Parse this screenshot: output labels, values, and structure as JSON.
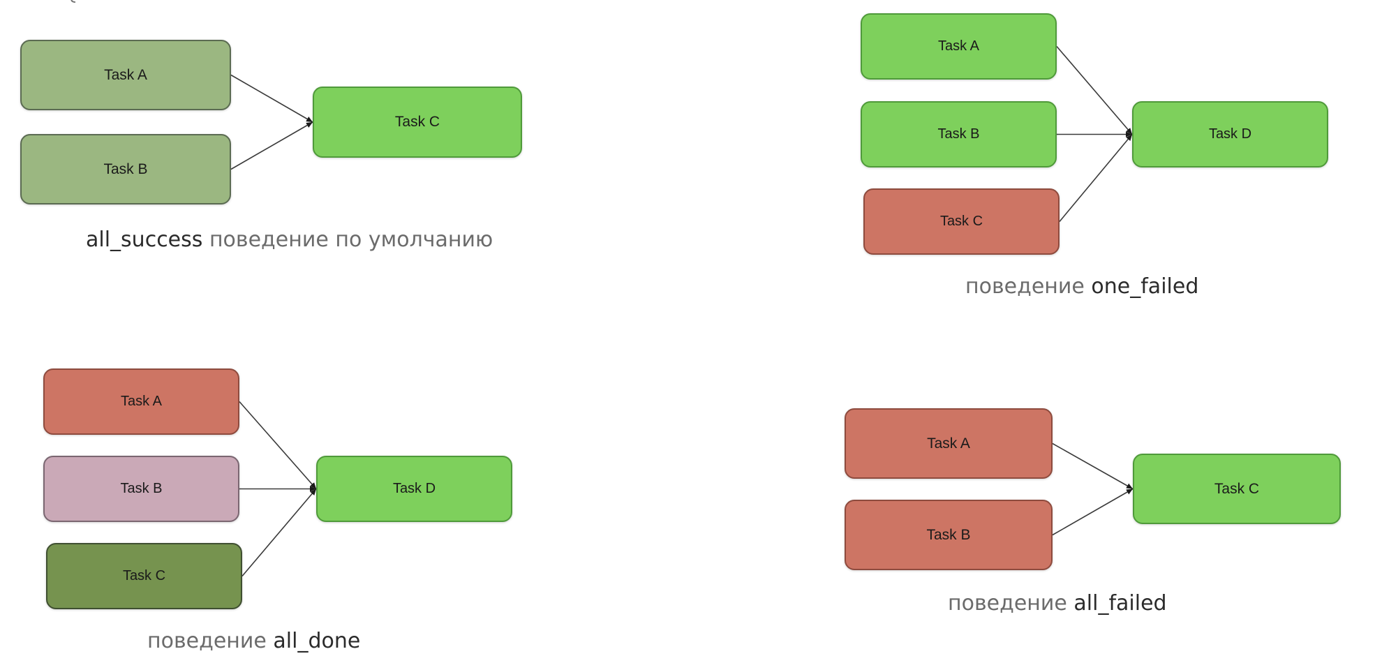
{
  "panels": [
    {
      "id": "all-success",
      "upstream": [
        {
          "label": "Task A",
          "state": "sage"
        },
        {
          "label": "Task B",
          "state": "sage"
        }
      ],
      "downstream": {
        "label": "Task C",
        "state": "green"
      },
      "caption": {
        "before": "",
        "keyword": "all_success",
        "after": " поведение по умолчанию"
      }
    },
    {
      "id": "one-failed",
      "upstream": [
        {
          "label": "Task A",
          "state": "green"
        },
        {
          "label": "Task B",
          "state": "green"
        },
        {
          "label": "Task C",
          "state": "red"
        }
      ],
      "downstream": {
        "label": "Task D",
        "state": "green"
      },
      "caption": {
        "before": "поведение ",
        "keyword": "one_failed",
        "after": ""
      }
    },
    {
      "id": "all-done",
      "upstream": [
        {
          "label": "Task A",
          "state": "red"
        },
        {
          "label": "Task B",
          "state": "pink"
        },
        {
          "label": "Task C",
          "state": "dark"
        }
      ],
      "downstream": {
        "label": "Task D",
        "state": "green"
      },
      "caption": {
        "before": "поведение ",
        "keyword": "all_done",
        "after": ""
      }
    },
    {
      "id": "all-failed",
      "upstream": [
        {
          "label": "Task A",
          "state": "red"
        },
        {
          "label": "Task B",
          "state": "red"
        }
      ],
      "downstream": {
        "label": "Task C",
        "state": "green"
      },
      "caption": {
        "before": "поведение ",
        "keyword": "all_failed",
        "after": ""
      }
    }
  ],
  "colors": {
    "green": "#7ed05c",
    "sage": "#9bb781",
    "red": "#cd7564",
    "pink": "#caa9b7",
    "dark": "#76934f",
    "connector": "#3a3a3a"
  }
}
